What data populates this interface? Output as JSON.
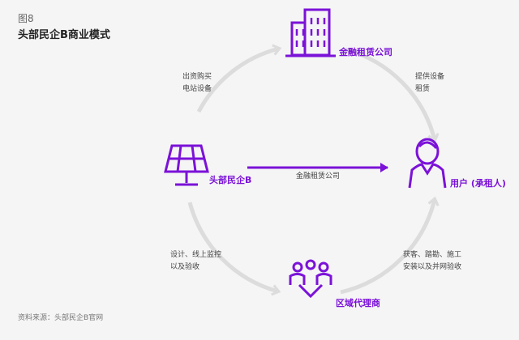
{
  "figure": {
    "label": "图8",
    "title": "头部民企B商业模式"
  },
  "nodes": {
    "finance": "金融租赁公司",
    "company": "头部民企B",
    "user": "用户 (承租人)",
    "agent": "区域代理商"
  },
  "edges": {
    "company_to_finance": [
      "出资购买",
      "电站设备"
    ],
    "finance_to_user": [
      "提供设备",
      "租赁"
    ],
    "company_to_user": "金融租赁公司",
    "company_to_agent": [
      "设计、线上监控",
      "以及验收"
    ],
    "agent_to_user": [
      "获客、踏勘、施工",
      "安装以及并网验收"
    ]
  },
  "source": "资料来源：头部民企B官网",
  "colors": {
    "accent": "#7b12d8",
    "circle": "#dcdcdc",
    "background": "#f5f5f5"
  }
}
